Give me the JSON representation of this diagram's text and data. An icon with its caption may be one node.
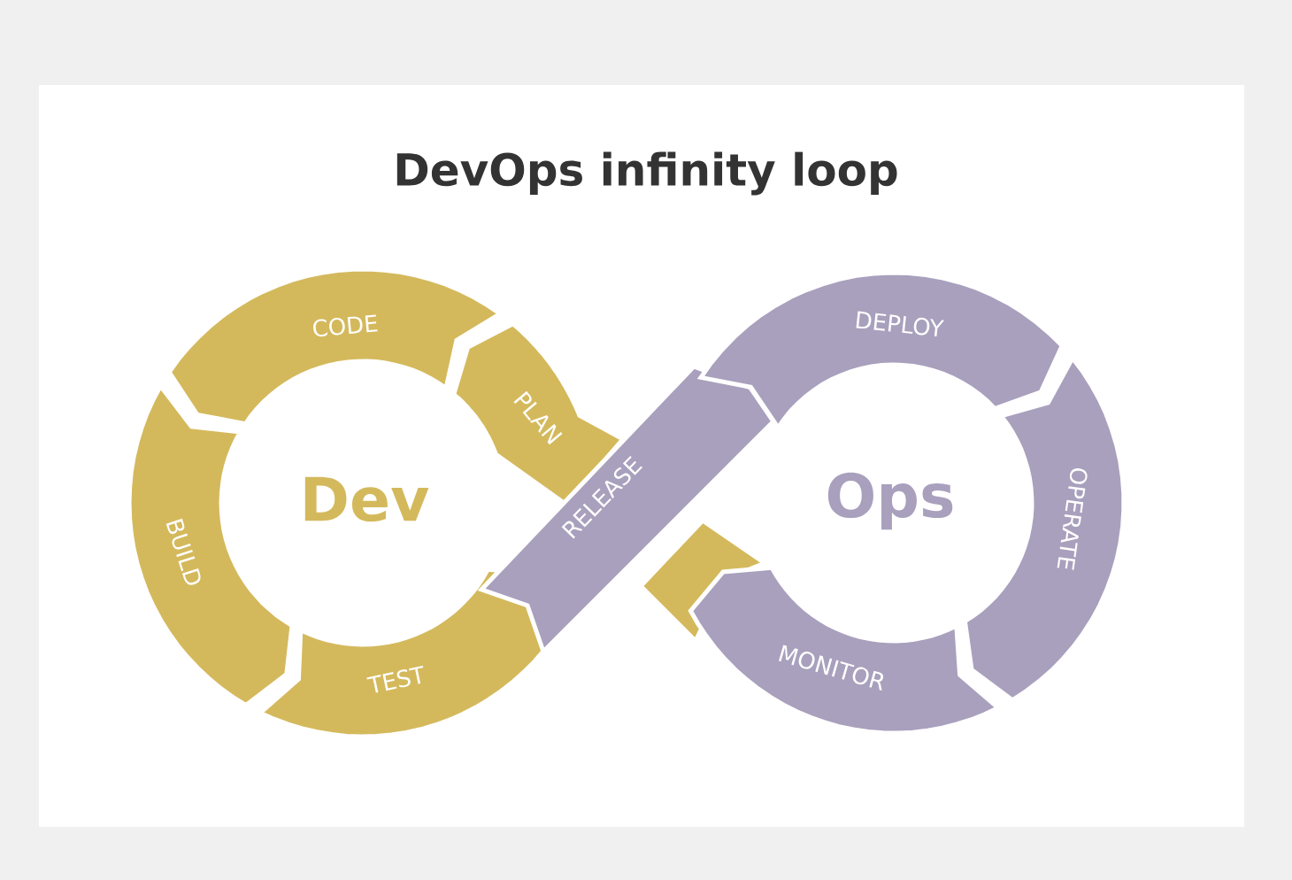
{
  "diagram": {
    "title": "DevOps infinity loop",
    "nodes": [
      {
        "text": [
          "PLAN"
        ]
      },
      {
        "text": [
          "CODE"
        ]
      },
      {
        "text": [
          "BUILD"
        ]
      },
      {
        "text": [
          "TEST"
        ]
      },
      {
        "text": [
          "RELEASE"
        ]
      },
      {
        "text": [
          "DEPLOY"
        ]
      },
      {
        "text": [
          "OPERATE"
        ]
      },
      {
        "text": [
          "MONITOR"
        ]
      }
    ],
    "labels": [
      "Dev",
      "Ops"
    ]
  }
}
